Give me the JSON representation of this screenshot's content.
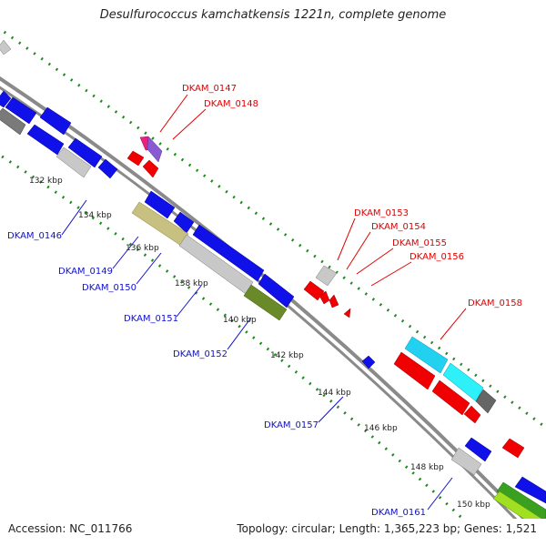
{
  "header": {
    "title": "Desulfurococcus kamchatkensis 1221n, complete genome"
  },
  "footer": {
    "accession": "Accession: NC_011766",
    "stats": "Topology: circular; Length: 1,365,223 bp; Genes: 1,521"
  },
  "colors": {
    "backbone": "#8a8a8a",
    "tick_green": "#1f8a1f",
    "label_red": "#e00000",
    "label_blue": "#1010cc",
    "tick_text": "#222222"
  },
  "ticks": [
    "132 kbp",
    "134 kbp",
    "136 kbp",
    "138 kbp",
    "140 kbp",
    "142 kbp",
    "144 kbp",
    "146 kbp",
    "148 kbp",
    "150 kbp"
  ],
  "labels": {
    "forward": [
      "DKAM_0147",
      "DKAM_0148",
      "DKAM_0153",
      "DKAM_0154",
      "DKAM_0155",
      "DKAM_0156",
      "DKAM_0158"
    ],
    "reverse": [
      "DKAM_0146",
      "DKAM_0149",
      "DKAM_0150",
      "DKAM_0151",
      "DKAM_0152",
      "DKAM_0157",
      "DKAM_0161"
    ]
  }
}
